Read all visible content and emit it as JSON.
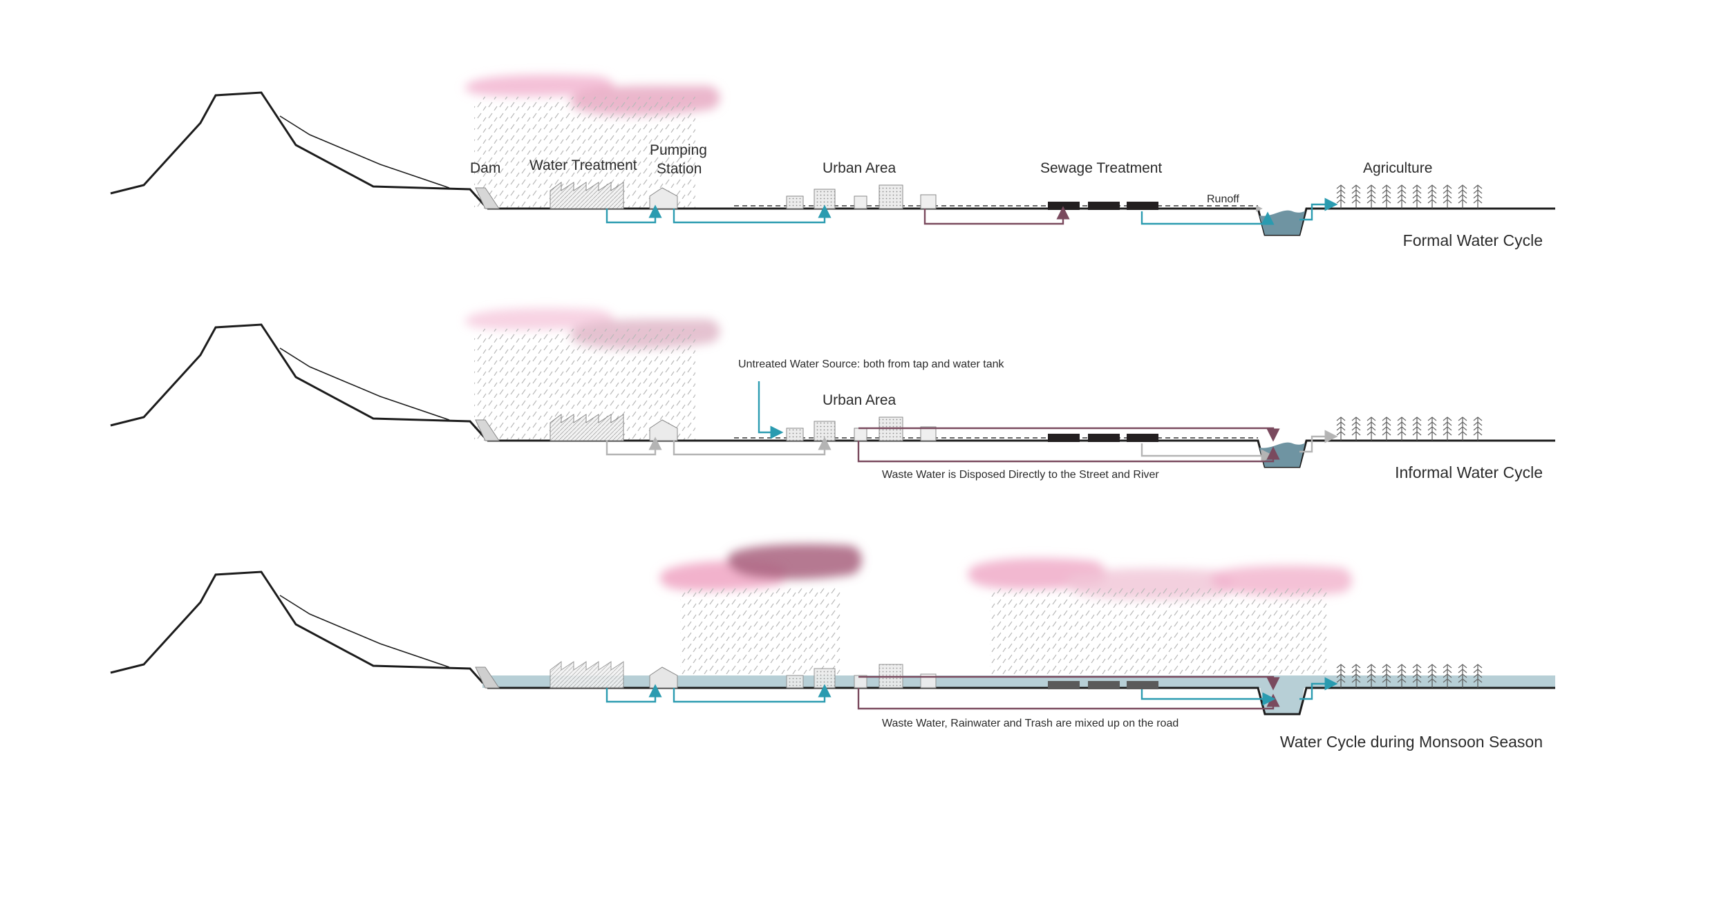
{
  "panels": [
    {
      "id": "formal",
      "title": "Formal Water Cycle",
      "labels": {
        "dam": "Dam",
        "water_treatment": "Water Treatment",
        "pumping_1": "Pumping",
        "pumping_2": "Station",
        "urban_area": "Urban Area",
        "sewage_treatment": "Sewage Treatment",
        "runoff": "Runoff",
        "agriculture": "Agriculture"
      }
    },
    {
      "id": "informal",
      "title": "Informal Water Cycle",
      "labels": {
        "untreated": "Untreated Water Source: both from tap and water tank",
        "urban_area": "Urban Area",
        "waste": "Waste Water is Disposed Directly to the Street and River"
      }
    },
    {
      "id": "monsoon",
      "title": "Water Cycle during Monsoon Season",
      "labels": {
        "mixed": "Waste Water, Rainwater and Trash are mixed up on the road"
      }
    }
  ],
  "colors": {
    "clean_flow": "#2a9bb0",
    "waste_flow": "#7a4a5e",
    "inactive_flow": "#b4b4b4",
    "cloud_light": "#f2bcd4",
    "cloud_dark": "#a8627e",
    "river_water": "#6f94a2",
    "flood_water": "#b7cfd6",
    "ground": "#1c1c1c"
  }
}
